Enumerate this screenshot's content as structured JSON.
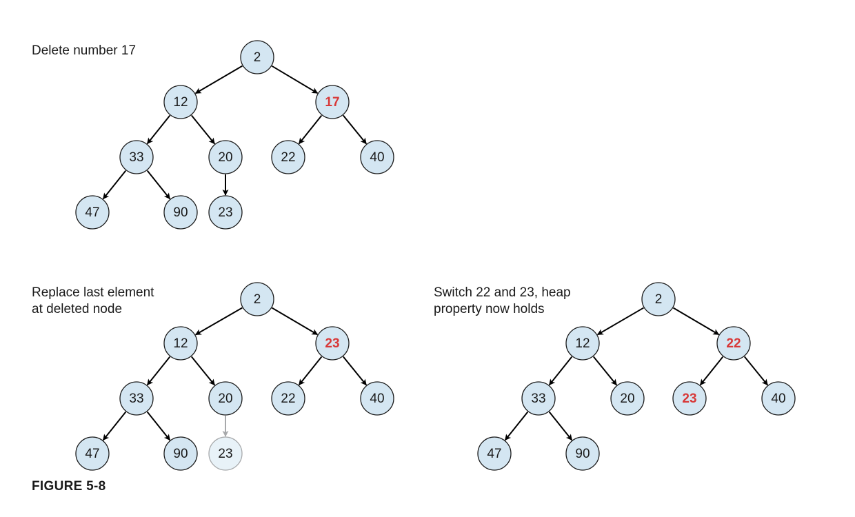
{
  "colors": {
    "node_fill": "#d4e6f2",
    "node_stroke": "#1a1a1a",
    "highlight_text": "#d83838",
    "normal_text": "#1a1a1a",
    "faded_fill": "#e8f2f8",
    "faded_stroke": "#a7a9ab",
    "edge": "#000000",
    "faded_edge": "#a7a9ab"
  },
  "figure_label": "FIGURE 5-8",
  "panels": [
    {
      "caption": [
        "Delete number 17"
      ],
      "nodes": [
        {
          "id": "a",
          "label": "2"
        },
        {
          "id": "b",
          "label": "12"
        },
        {
          "id": "c",
          "label": "17",
          "highlight": true
        },
        {
          "id": "d",
          "label": "33"
        },
        {
          "id": "e",
          "label": "20"
        },
        {
          "id": "f",
          "label": "22"
        },
        {
          "id": "g",
          "label": "40"
        },
        {
          "id": "h",
          "label": "47"
        },
        {
          "id": "i",
          "label": "90"
        },
        {
          "id": "j",
          "label": "23"
        }
      ],
      "edges": [
        [
          "a",
          "b"
        ],
        [
          "a",
          "c"
        ],
        [
          "b",
          "d"
        ],
        [
          "b",
          "e"
        ],
        [
          "c",
          "f"
        ],
        [
          "c",
          "g"
        ],
        [
          "d",
          "h"
        ],
        [
          "d",
          "i"
        ],
        [
          "e",
          "j"
        ]
      ]
    },
    {
      "caption": [
        "Replace last element",
        "at deleted node"
      ],
      "nodes": [
        {
          "id": "a",
          "label": "2"
        },
        {
          "id": "b",
          "label": "12"
        },
        {
          "id": "c",
          "label": "23",
          "highlight": true
        },
        {
          "id": "d",
          "label": "33"
        },
        {
          "id": "e",
          "label": "20"
        },
        {
          "id": "f",
          "label": "22"
        },
        {
          "id": "g",
          "label": "40"
        },
        {
          "id": "h",
          "label": "47"
        },
        {
          "id": "i",
          "label": "90"
        },
        {
          "id": "j",
          "label": "23",
          "faded": true
        }
      ],
      "edges": [
        [
          "a",
          "b"
        ],
        [
          "a",
          "c"
        ],
        [
          "b",
          "d"
        ],
        [
          "b",
          "e"
        ],
        [
          "c",
          "f"
        ],
        [
          "c",
          "g"
        ],
        [
          "d",
          "h"
        ],
        [
          "d",
          "i"
        ],
        [
          "e",
          "j",
          "faded"
        ]
      ]
    },
    {
      "caption": [
        "Switch 22 and 23, heap",
        "property now holds"
      ],
      "nodes": [
        {
          "id": "a",
          "label": "2"
        },
        {
          "id": "b",
          "label": "12"
        },
        {
          "id": "c",
          "label": "22",
          "highlight": true
        },
        {
          "id": "d",
          "label": "33"
        },
        {
          "id": "e",
          "label": "20"
        },
        {
          "id": "f",
          "label": "23",
          "highlight": true
        },
        {
          "id": "g",
          "label": "40"
        },
        {
          "id": "h",
          "label": "47"
        },
        {
          "id": "i",
          "label": "90"
        }
      ],
      "edges": [
        [
          "a",
          "b"
        ],
        [
          "a",
          "c"
        ],
        [
          "b",
          "d"
        ],
        [
          "b",
          "e"
        ],
        [
          "c",
          "f"
        ],
        [
          "c",
          "g"
        ],
        [
          "d",
          "h"
        ],
        [
          "d",
          "i"
        ]
      ]
    }
  ]
}
